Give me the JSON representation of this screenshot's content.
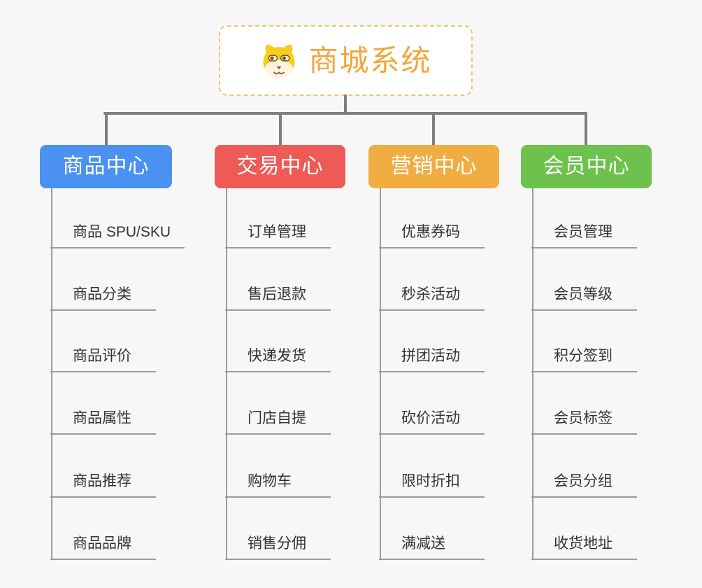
{
  "page": {
    "background": "#f7f7f8"
  },
  "root": {
    "title": "商城系统",
    "title_color": "#f1a73b",
    "icon": "dog-face-icon",
    "border_color": "#f6c36a"
  },
  "lines": {
    "connector_color": "#7f7f7f",
    "branch_line_color": "#9c9c9c",
    "item_text_color": "#333333"
  },
  "branches": [
    {
      "label": "商品中心",
      "color": "#4b91f1",
      "items": [
        "商品 SPU/SKU",
        "商品分类",
        "商品评价",
        "商品属性",
        "商品推荐",
        "商品品牌"
      ]
    },
    {
      "label": "交易中心",
      "color": "#ee5b56",
      "items": [
        "订单管理",
        "售后退款",
        "快递发货",
        "门店自提",
        "购物车",
        "销售分佣"
      ]
    },
    {
      "label": "营销中心",
      "color": "#efad42",
      "items": [
        "优惠券码",
        "秒杀活动",
        "拼团活动",
        "砍价活动",
        "限时折扣",
        "满减送"
      ]
    },
    {
      "label": "会员中心",
      "color": "#6dc24d",
      "items": [
        "会员管理",
        "会员等级",
        "积分签到",
        "会员标签",
        "会员分组",
        "收货地址"
      ]
    }
  ]
}
